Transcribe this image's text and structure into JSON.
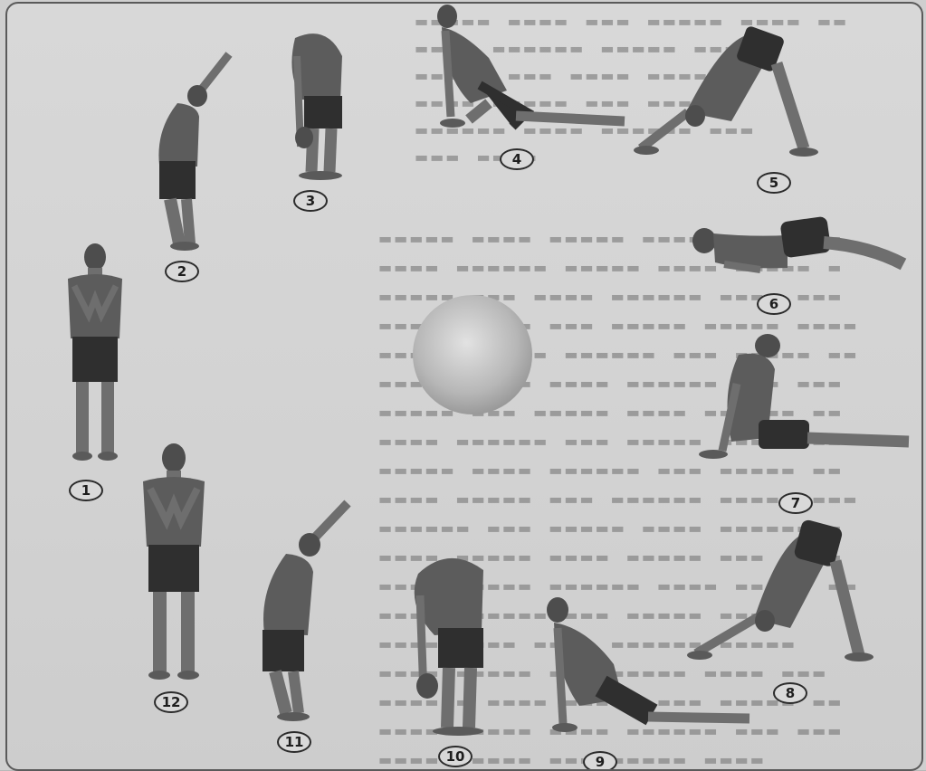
{
  "poses": [
    {
      "id": "pose-1",
      "label": "1"
    },
    {
      "id": "pose-2",
      "label": "2"
    },
    {
      "id": "pose-3",
      "label": "3"
    },
    {
      "id": "pose-4",
      "label": "4"
    },
    {
      "id": "pose-5",
      "label": "5"
    },
    {
      "id": "pose-6",
      "label": "6"
    },
    {
      "id": "pose-7",
      "label": "7"
    },
    {
      "id": "pose-8",
      "label": "8"
    },
    {
      "id": "pose-9",
      "label": "9"
    },
    {
      "id": "pose-10",
      "label": "10"
    },
    {
      "id": "pose-11",
      "label": "11"
    },
    {
      "id": "pose-12",
      "label": "12"
    }
  ],
  "colors": {
    "skin": "#6e6e6e",
    "shirt": "#5c5c5c",
    "shorts": "#2f2f2f",
    "panel_border": "#5a5a5a"
  }
}
